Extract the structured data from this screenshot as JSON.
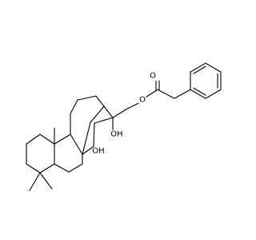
{
  "structure": {
    "labels": {
      "ester_oxygen": "O",
      "carbonyl_oxygen": "O",
      "hydroxyl_bridge": "OH",
      "hydroxyl_ring": "OH"
    },
    "colors": {
      "bond": "#000000",
      "text": "#000000",
      "background": "#ffffff"
    }
  }
}
